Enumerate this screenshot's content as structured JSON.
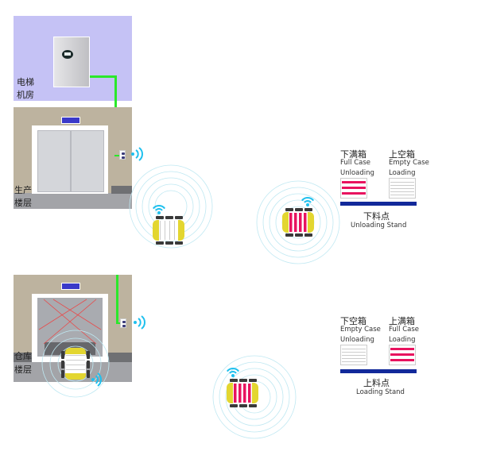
{
  "elevator_machine_room": {
    "label_line1": "电梯",
    "label_line2": "机房"
  },
  "production_floor": {
    "label_line1": "生产",
    "label_line2": "楼层"
  },
  "warehouse_floor": {
    "label_line1": "仓库",
    "label_line2": "楼层"
  },
  "unloading_stand": {
    "left": {
      "title_cn": "下满箱",
      "title_en_1": "Full Case",
      "title_en_2": "Unloading",
      "rack_state": "full"
    },
    "right": {
      "title_cn": "上空箱",
      "title_en_1": "Empty Case",
      "title_en_2": "Loading",
      "rack_state": "empty"
    },
    "name_cn": "下料点",
    "name_en": "Unloading Stand"
  },
  "loading_stand": {
    "left": {
      "title_cn": "下空箱",
      "title_en_1": "Empty Case",
      "title_en_2": "Unloading",
      "rack_state": "empty"
    },
    "right": {
      "title_cn": "上满箱",
      "title_en_1": "Full Case",
      "title_en_2": "Loading",
      "rack_state": "full"
    },
    "name_cn": "上料点",
    "name_en": "Loading Stand"
  },
  "robots": [
    {
      "name": "robot-empty-production",
      "cargo": "empty"
    },
    {
      "name": "robot-full-unloading",
      "cargo": "full"
    },
    {
      "name": "robot-in-elevator",
      "cargo": "empty"
    },
    {
      "name": "robot-full-loading",
      "cargo": "full"
    }
  ],
  "colors": {
    "room": "#c5c2f5",
    "wall": "#bdb39f",
    "floor": "#a3a4a8",
    "cable": "#2ae82a",
    "full_case": "#e8135f",
    "stand_bar": "#12299a",
    "wifi": "#1ec0ee",
    "robot_body": "#e3d630"
  }
}
